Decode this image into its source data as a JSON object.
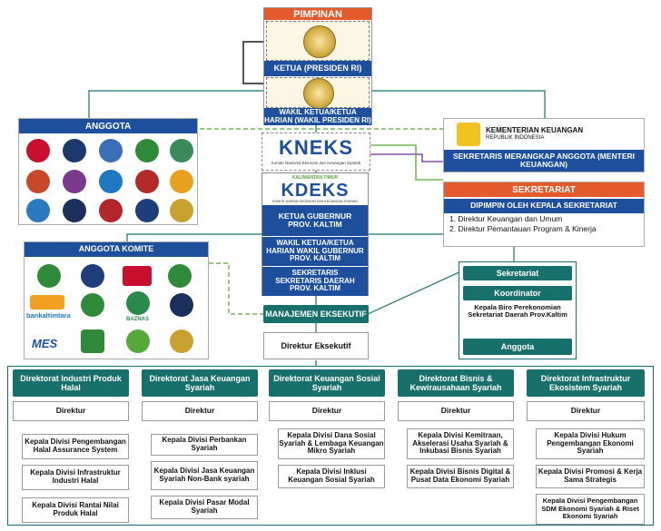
{
  "top": {
    "pimpinan": "PIMPINAN",
    "ketua": "KETUA (PRESIDEN RI)",
    "wakil": "WAKIL KETUA/KETUA HARIAN (WAKIL PRESIDEN RI)"
  },
  "anggota": {
    "title": "ANGGOTA"
  },
  "kneks": {
    "logo": "KNEKS",
    "tagline": "Komite Nasional Ekonomi dan Keuangan Syariah"
  },
  "kemenkeu": {
    "name": "KEMENTERIAN KEUANGAN",
    "sub": "REPUBLIK INDONESIA",
    "sekretaris": "SEKRETARIS MERANGKAP ANGGOTA (MENTERI KEUANGAN)"
  },
  "sekretariat": {
    "title": "SEKRETARIAT",
    "head": "DIPIMPIN OLEH KEPALA SEKRETARIAT",
    "items": [
      "1. Direktur Keuangan dan Umum",
      "2. Direktur Pemantauan Program & Kinerja"
    ]
  },
  "kdeks": {
    "logo": "KDEKS",
    "prov": "KALIMANTAN TIMUR",
    "tagline": "KOMITE DAERAH EKONOMI DAN KEUANGAN SYARIAH",
    "ketua": "KETUA GUBERNUR PROV. KALTIM",
    "wakil": "WAKIL KETUA/KETUA HARIAN WAKIL GUBERNUR PROV. KALTIM",
    "sekretaris": "SEKRETARIS SEKRETARIS DAERAH PROV. KALTIM"
  },
  "anggota_komite": {
    "title": "ANGGOTA KOMITE",
    "bank": "bankaltimtara",
    "baznas": "BAZNAS",
    "mes": "MES"
  },
  "right_panel": {
    "sekretariat": "Sekretariat",
    "koordinator": "Koordinator",
    "kepala": "Kepala Biro Perekonomian Sekretariat Daerah Prov.Kaltim",
    "anggota": "Anggota"
  },
  "manajemen": {
    "title": "MANAJEMEN EKSEKUTIF",
    "direktur": "Direktur Eksekutif"
  },
  "columns": [
    {
      "title": "Direktorat Industri Produk Halal",
      "direktur": "Direktur",
      "items": [
        "Kepala Divisi Pengembangan Halal Assurance System",
        "Kepala Divisi Infrastruktur Industri Halal",
        "Kepala Divisi Rantai Nilai Produk Halal"
      ]
    },
    {
      "title": "Direktorat Jasa Keuangan Syariah",
      "direktur": "Direktur",
      "items": [
        "Kepala Divisi Perbankan Syariah",
        "Kepala Divisi Jasa Keuangan Syariah Non-Bank syariah",
        "Kepala Divisi Pasar Modal Syariah"
      ]
    },
    {
      "title": "Direktorat Keuangan Sosial Syariah",
      "direktur": "Direktur",
      "items": [
        "Kepala Divisi Dana Sosial Syariah & Lembaga Keuangan Mikro Syariah",
        "Kepala Divisi Inklusi Keuangan Sosial Syariah"
      ]
    },
    {
      "title": "Direktorat Bisnis & Kewirausahaan Syariah",
      "direktur": "Direktur",
      "items": [
        "Kepala Divisi Kemitraan, Akselerasi Usaha Syariah & Inkubasi Bisnis Syariah",
        "Kepala Divisi Bisnis Digital & Pusat Data Ekonomi Syariah"
      ]
    },
    {
      "title": "Direktorat Infrastruktur Ekosistem Syariah",
      "direktur": "Direktur",
      "items": [
        "Kepala Divisi Hukum Pengembangan Ekonomi Syariah",
        "Kepala Divisi Promosi & Kerja Sama Strategis",
        "Kepala Divisi Pengembangan SDM Ekonomi Syariah & Riset Ekonomi Syariah"
      ]
    }
  ],
  "colors": {
    "orange": "#e35b2d",
    "blue": "#1e4f9c",
    "teal": "#17706c",
    "green_line": "#57a83a",
    "purple_line": "#6a2c91"
  }
}
